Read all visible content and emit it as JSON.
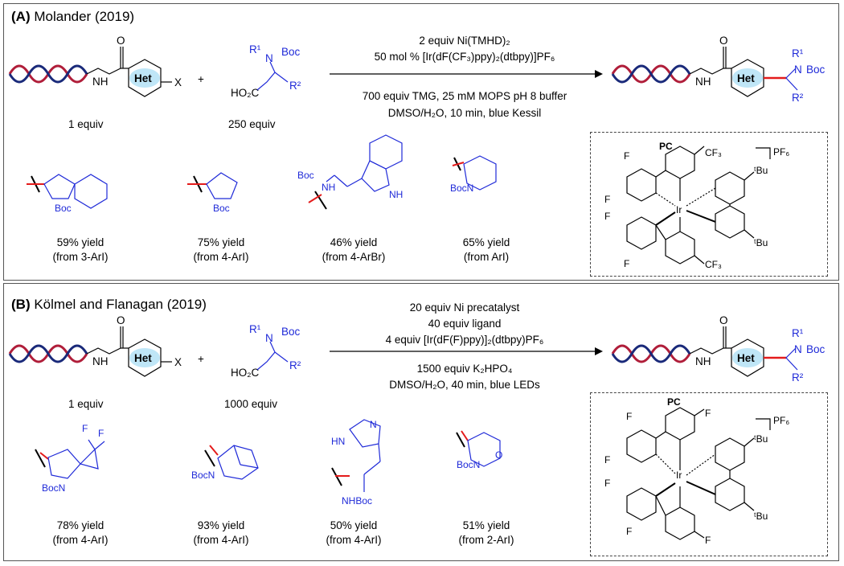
{
  "panel_a": {
    "header_tag": "(A)",
    "header_title": "Molander (2019)",
    "reagent_lines": [
      "2 equiv Ni(TMHD)₂",
      "50 mol % [Ir(dF(CF₃)ppy)₂(dtbpy)]PF₆",
      "700 equiv TMG, 25 mM MOPS pH 8 buffer",
      "DMSO/H₂O, 10 min, blue Kessil"
    ],
    "substrate_equiv": "1 equiv",
    "acid_equiv": "250 equiv",
    "examples": [
      {
        "yield": "59% yield",
        "source": "(from 3-ArI)"
      },
      {
        "yield": "75% yield",
        "source": "(from 4-ArI)"
      },
      {
        "yield": "46% yield",
        "source": "(from 4-ArBr)"
      },
      {
        "yield": "65% yield",
        "source": "(from ArI)"
      }
    ]
  },
  "panel_b": {
    "header_tag": "(B)",
    "header_title": "Kölmel and Flanagan (2019)",
    "reagent_lines": [
      "20 equiv Ni precatalyst",
      "40 equiv ligand",
      "4 equiv [Ir(dF(F)ppy)]₂(dtbpy)PF₆",
      "1500 equiv K₂HPO₄",
      "DMSO/H₂O, 40 min, blue LEDs"
    ],
    "substrate_equiv": "1 equiv",
    "acid_equiv": "1000 equiv",
    "examples": [
      {
        "yield": "78% yield",
        "source": "(from 4-ArI)"
      },
      {
        "yield": "93% yield",
        "source": "(from 4-ArI)"
      },
      {
        "yield": "50% yield",
        "source": "(from 4-ArI)"
      },
      {
        "yield": "51% yield",
        "source": "(from 2-ArI)"
      }
    ]
  },
  "labels": {
    "het": "Het",
    "x": "X",
    "plus": "+",
    "boc": "Boc",
    "bocn": "BocN",
    "nhboc": "NHBoc",
    "nh": "NH",
    "hn": "HN",
    "n": "N",
    "o": "O",
    "h": "H",
    "f": "F",
    "ho2c": "HO₂C",
    "r1": "R¹",
    "r2": "R²",
    "pc": "PC",
    "pf6": "PF₆",
    "ir": "Ir",
    "cf3": "CF₃",
    "tbu": "ᵗBu"
  },
  "colors": {
    "dna_red": "#b01e3a",
    "dna_blue": "#1a2a7a",
    "het_fill": "#bfe6f7",
    "substrate_blue": "#1f2ad8",
    "bond_red": "#e41b1b",
    "frame": "#555555"
  }
}
